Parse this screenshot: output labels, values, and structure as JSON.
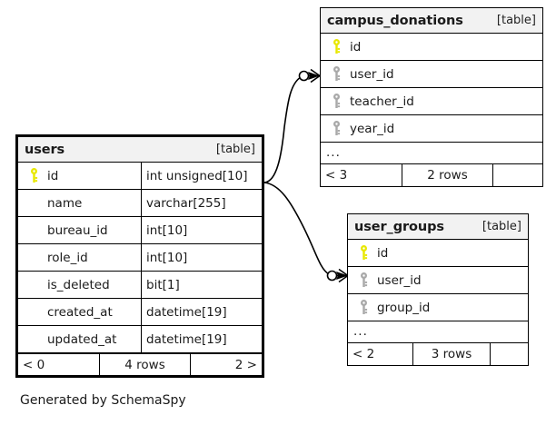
{
  "diagram": {
    "caption": "Generated by SchemaSpy",
    "table_tag": "[table]",
    "ellipsis": "...",
    "colors": {
      "primary_key": "#e8e800",
      "foreign_key": "#a9a9a9",
      "header_bg": "#f2f2f2",
      "border": "#000000",
      "background": "#ffffff",
      "text": "#1a1a1a"
    }
  },
  "tables": {
    "users": {
      "name": "users",
      "tag": "[table]",
      "focal": true,
      "columns": [
        {
          "key": "primary-key-icon",
          "name": "id",
          "type": "int unsigned[10]"
        },
        {
          "key": "none",
          "name": "name",
          "type": "varchar[255]"
        },
        {
          "key": "none",
          "name": "bureau_id",
          "type": "int[10]"
        },
        {
          "key": "none",
          "name": "role_id",
          "type": "int[10]"
        },
        {
          "key": "none",
          "name": "is_deleted",
          "type": "bit[1]"
        },
        {
          "key": "none",
          "name": "created_at",
          "type": "datetime[19]"
        },
        {
          "key": "none",
          "name": "updated_at",
          "type": "datetime[19]"
        }
      ],
      "footer": {
        "left": "< 0",
        "center": "4 rows",
        "right": "2 >"
      }
    },
    "campus_donations": {
      "name": "campus_donations",
      "tag": "[table]",
      "focal": false,
      "columns": [
        {
          "key": "primary-key-icon",
          "name": "id"
        },
        {
          "key": "foreign-key-icon",
          "name": "user_id"
        },
        {
          "key": "foreign-key-icon",
          "name": "teacher_id"
        },
        {
          "key": "foreign-key-icon",
          "name": "year_id"
        }
      ],
      "ellipsis": "...",
      "footer": {
        "left": "< 3",
        "center": "2 rows",
        "right": ""
      }
    },
    "user_groups": {
      "name": "user_groups",
      "tag": "[table]",
      "focal": false,
      "columns": [
        {
          "key": "primary-key-icon",
          "name": "id"
        },
        {
          "key": "foreign-key-icon",
          "name": "user_id"
        },
        {
          "key": "foreign-key-icon",
          "name": "group_id"
        }
      ],
      "ellipsis": "...",
      "footer": {
        "left": "< 2",
        "center": "3 rows",
        "right": ""
      }
    }
  },
  "relationships": [
    {
      "from": "users.id",
      "to": "campus_donations.user_id",
      "cardinality": "zero-or-many"
    },
    {
      "from": "users.id",
      "to": "user_groups.user_id",
      "cardinality": "zero-or-many"
    }
  ]
}
